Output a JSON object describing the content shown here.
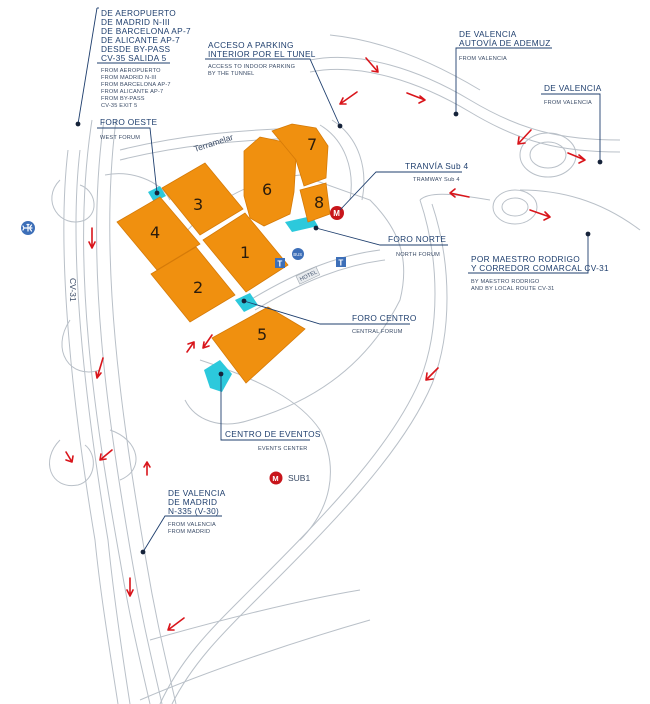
{
  "colors": {
    "hall": "#f0900f",
    "hall_stroke": "#d57a08",
    "forum": "#2cc9dc",
    "label": "#1f3f6e",
    "arrow": "#d9151b",
    "road": "#b9c0c8",
    "metro": "#c8151b",
    "bus": "#3d6fb8"
  },
  "halls": [
    "1",
    "2",
    "3",
    "4",
    "5",
    "6",
    "7",
    "8"
  ],
  "roads": {
    "cv31": "CV-31",
    "terramelar": "Terramelar"
  },
  "badges": {
    "hotel": "HOTEL",
    "bus": "BUS",
    "taxi": "T",
    "metro": "M",
    "sub1": "SUB1"
  },
  "icons": {
    "airport": "airport-icon",
    "metro": "metro-icon",
    "bus": "bus-icon",
    "taxi": "taxi-icon"
  },
  "labels": {
    "aeropuerto": {
      "title": [
        "DE AEROPUERTO",
        "DE MADRID N-III",
        "DE BARCELONA AP-7",
        "DE ALICANTE AP-7",
        "DESDE BY-PASS",
        "CV-35 SALIDA 5"
      ],
      "sub": [
        "FROM AEROPUERTO",
        "FROM MADRID N-III",
        "FROM BARCELONA AP-7",
        "FROM ALICANTE AP-7",
        "FROM BY-PASS",
        "CV-35 EXIT 5"
      ]
    },
    "parking": {
      "title": [
        "ACCESO A PARKING",
        "INTERIOR POR EL TUNEL"
      ],
      "sub": [
        "ACCESS TO INDOOR PARKING",
        "BY THE TUNNEL"
      ]
    },
    "ademuz": {
      "title": [
        "DE VALENCIA",
        "AUTOVÍA DE ADEMUZ"
      ],
      "sub": [
        "FROM VALENCIA"
      ]
    },
    "valencia_e": {
      "title": [
        "DE VALENCIA"
      ],
      "sub": [
        "FROM VALENCIA"
      ]
    },
    "foro_oeste": {
      "title": "FORO OESTE",
      "sub": "WEST FORUM"
    },
    "tranvia": {
      "title": "TRANVÍA Sub 4",
      "sub": "TRAMWAY Sub 4"
    },
    "foro_norte": {
      "title": "FORO NORTE",
      "sub": "NORTH FORUM"
    },
    "maestro": {
      "title": [
        "POR MAESTRO RODRIGO",
        "Y CORREDOR COMARCAL CV-31"
      ],
      "sub": [
        "BY MAESTRO RODRIGO",
        "AND BY LOCAL ROUTE CV-31"
      ]
    },
    "foro_centro": {
      "title": "FORO CENTRO",
      "sub": "CENTRAL FORUM"
    },
    "centro_eventos": {
      "title": "CENTRO DE EVENTOS",
      "sub": "EVENTS CENTER"
    },
    "madrid": {
      "title": [
        "DE VALENCIA",
        "DE MADRID",
        "N-335 (V-30)"
      ],
      "sub": [
        "FROM VALENCIA",
        "FROM MADRID"
      ]
    }
  }
}
